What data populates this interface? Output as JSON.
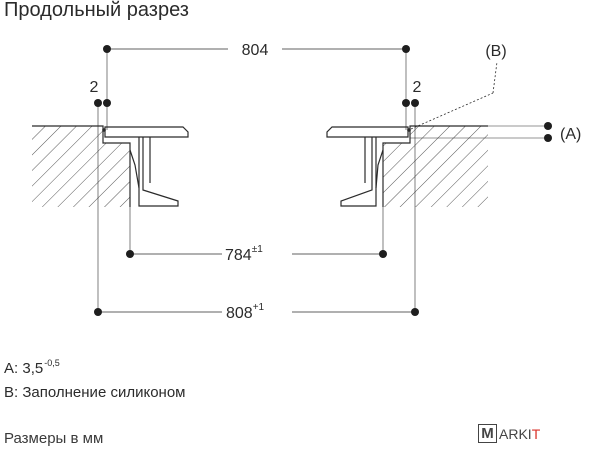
{
  "title": "Продольный разрез",
  "dimensions": {
    "top": "804",
    "left_gap": "2",
    "right_gap": "2",
    "middle_value": "784",
    "middle_tol": "±1",
    "bottom_value": "808",
    "bottom_tol": "+1"
  },
  "callouts": {
    "a": "(A)",
    "b": "(B)"
  },
  "legend": {
    "a_key": "A:",
    "a_value": "3,5",
    "a_tol": "-0,5",
    "b_key": "B:",
    "b_value": "Заполнение силиконом"
  },
  "note": "Размеры в мм",
  "watermark": {
    "letter": "M",
    "text": "ARKI",
    "accent": "T"
  },
  "colors": {
    "line": "#2b2b2b",
    "accent": "#d9322a"
  }
}
